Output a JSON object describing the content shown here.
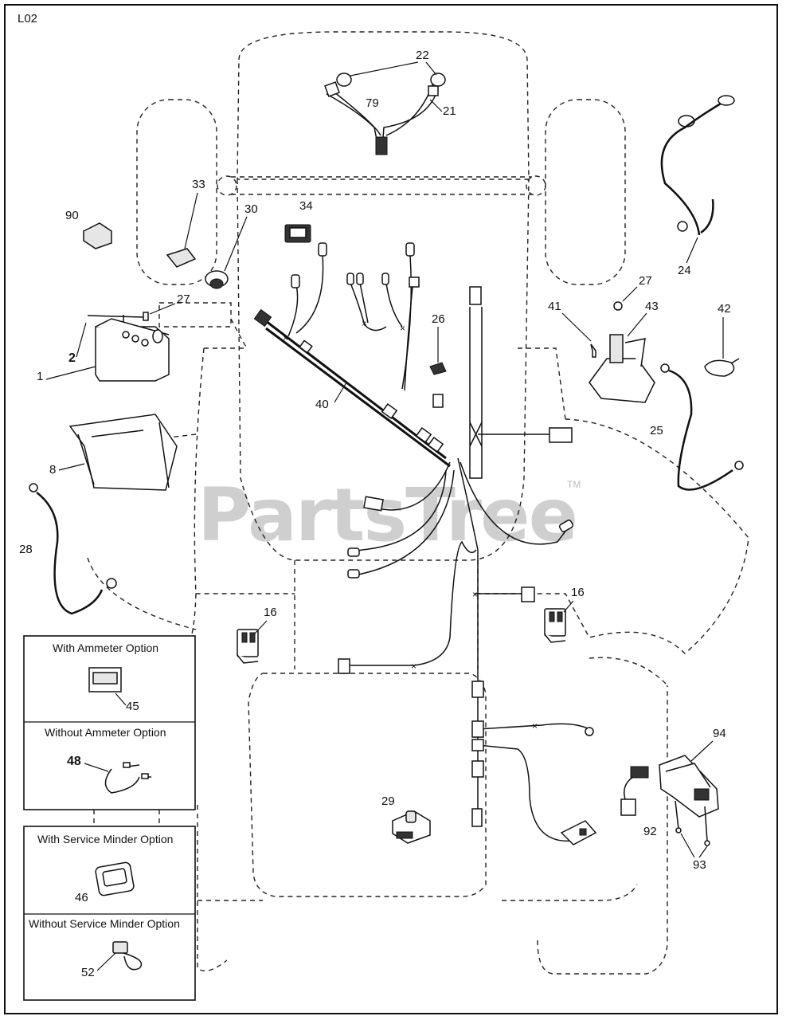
{
  "page_code": "L02",
  "watermark": {
    "text": "PartsTree",
    "tm": "TM"
  },
  "parts": {
    "p1": "1",
    "p2": "2",
    "p8": "8",
    "p16a": "16",
    "p16b": "16",
    "p21": "21",
    "p22": "22",
    "p24": "24",
    "p25": "25",
    "p26": "26",
    "p27a": "27",
    "p27b": "27",
    "p28": "28",
    "p29": "29",
    "p30": "30",
    "p33": "33",
    "p34": "34",
    "p40": "40",
    "p41": "41",
    "p42": "42",
    "p43": "43",
    "p79": "79",
    "p90": "90",
    "p92": "92",
    "p93": "93",
    "p94": "94"
  },
  "options": {
    "ammeter_with": "With Ammeter Option",
    "ammeter_with_part": "45",
    "ammeter_without": "Without Ammeter Option",
    "ammeter_without_part": "48",
    "minder_with": "With Service Minder Option",
    "minder_with_part": "46",
    "minder_without": "Without Service Minder Option",
    "minder_without_part": "52"
  }
}
